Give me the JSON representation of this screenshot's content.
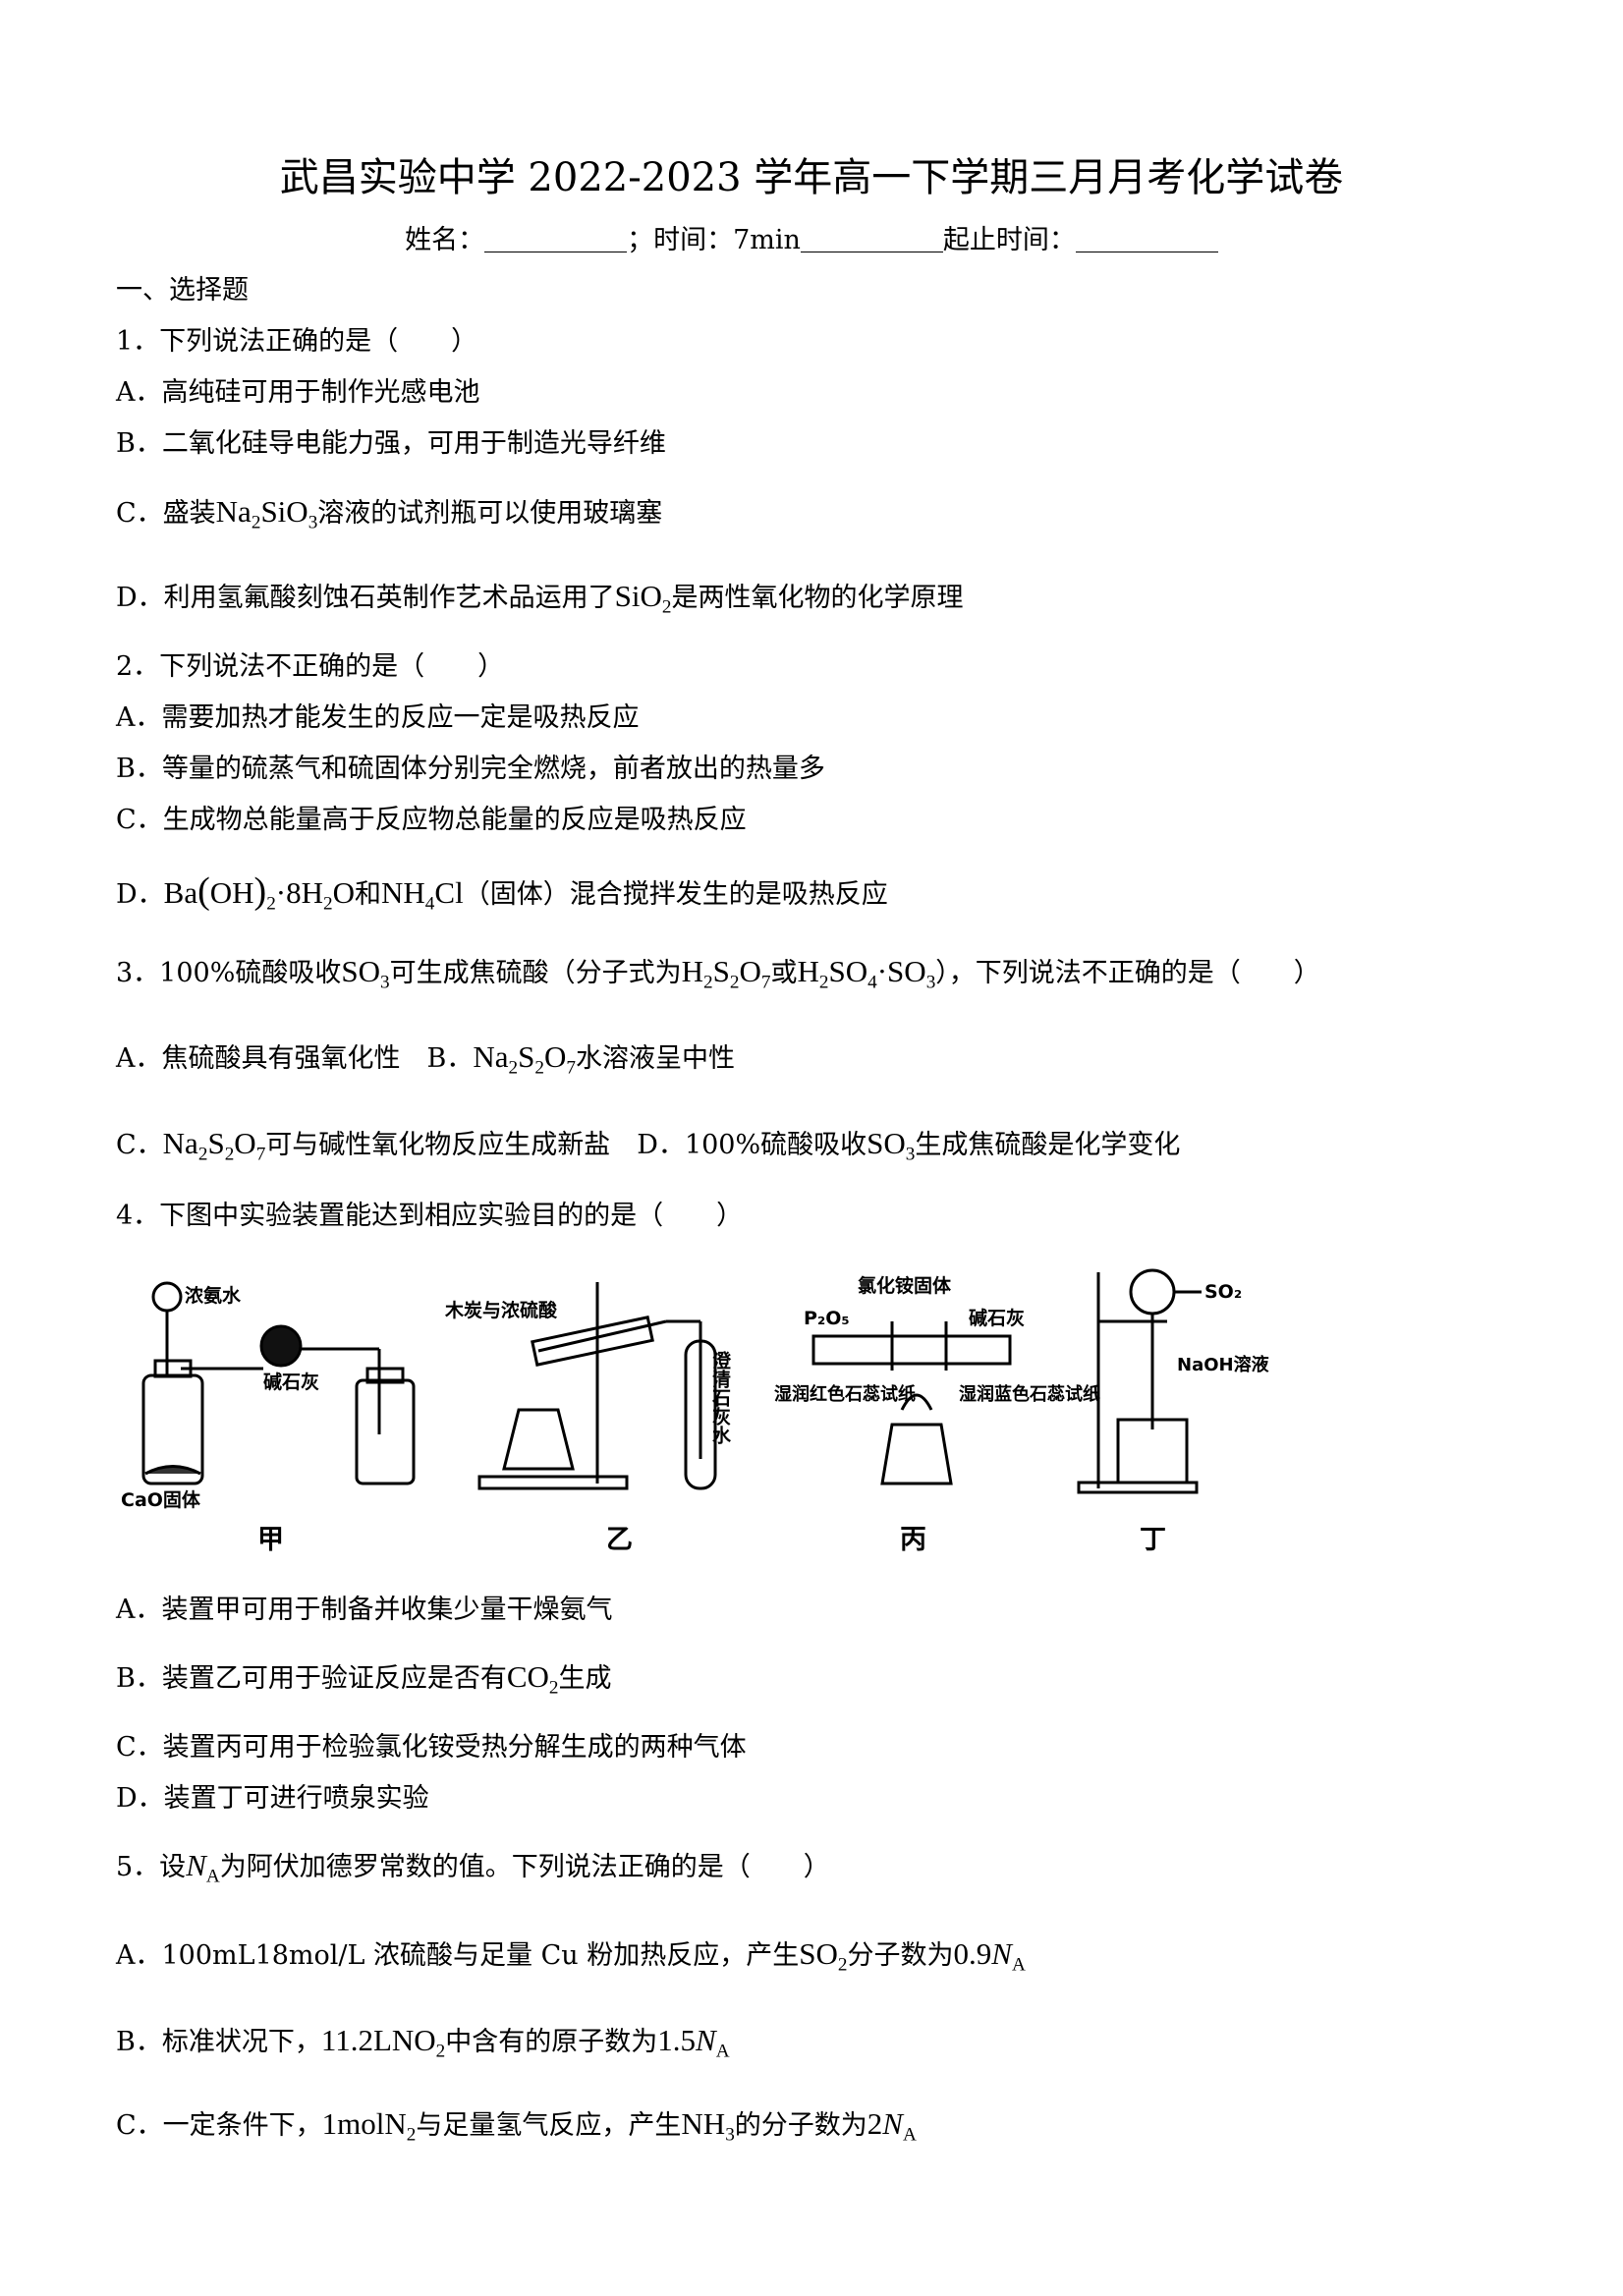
{
  "header": {
    "title": "武昌实验中学 2022-2023 学年高一下学期三月月考化学试卷",
    "name_label": "姓名：",
    "time_label": "；时间：7min",
    "start_end_label": "起止时间："
  },
  "section": "一、选择题",
  "q1": {
    "stem": "1．下列说法正确的是（　　）",
    "a": "A．高纯硅可用于制作光感电池",
    "b": "B．二氧化硅导电能力强，可用于制造光导纤维",
    "c_pre": "C．盛装",
    "c_post": "溶液的试剂瓶可以使用玻璃塞",
    "d_pre": "D．利用氢氟酸刻蚀石英制作艺术品运用了",
    "d_post": "是两性氧化物的化学原理"
  },
  "q2": {
    "stem": "2．下列说法不正确的是（　　）",
    "a": "A．需要加热才能发生的反应一定是吸热反应",
    "b": "B．等量的硫蒸气和硫固体分别完全燃烧，前者放出的热量多",
    "c": "C．生成物总能量高于反应物总能量的反应是吸热反应",
    "d_pre": "D．",
    "d_mid": "和",
    "d_post": "（固体）混合搅拌发生的是吸热反应"
  },
  "q3": {
    "stem_pre": "3．100%硫酸吸收",
    "stem_mid1": "可生成焦硫酸（分子式为",
    "stem_mid2": "或",
    "stem_post": "），下列说法不正确的是（　　）",
    "a": "A．焦硫酸具有强氧化性",
    "b_pre": "B．",
    "b_post": "水溶液呈中性",
    "c_pre": "C．",
    "c_post": "可与碱性氧化物反应生成新盐",
    "d_pre": "D．100%硫酸吸收",
    "d_post": "生成焦硫酸是化学变化"
  },
  "q4": {
    "stem": "4．下图中实验装置能达到相应实验目的的是（　　）",
    "figure_labels": {
      "conc_ammonia": "浓氨水",
      "soda_lime": "碱石灰",
      "cao_solid": "CaO固体",
      "charcoal_acid": "木炭与浓硫酸",
      "limewater": "澄清石灰水",
      "nh4cl_solid": "氯化铵固体",
      "p2o5": "P₂O₅",
      "soda_lime2": "碱石灰",
      "wet_red_litmus": "湿润红色石蕊试纸",
      "wet_blue_litmus": "湿润蓝色石蕊试纸",
      "so2": "SO₂",
      "naoh_solution": "NaOH溶液"
    },
    "captions": [
      "甲",
      "乙",
      "丙",
      "丁"
    ],
    "a": "A．装置甲可用于制备并收集少量干燥氨气",
    "b_pre": "B．装置乙可用于验证反应是否有",
    "b_post": "生成",
    "c": "C．装置丙可用于检验氯化铵受热分解生成的两种气体",
    "d": "D．装置丁可进行喷泉实验"
  },
  "q5": {
    "stem_pre": "5．设",
    "stem_post": "为阿伏加德罗常数的值。下列说法正确的是（　　）",
    "a_pre": "A．100mL18mol/L 浓硫酸与足量 Cu 粉加热反应，产生",
    "a_mid": "分子数为",
    "b_pre": "B．标准状况下，",
    "b_mid": "中含有的原子数为",
    "c_pre": "C．一定条件下，",
    "c_mid1": "与足量氢气反应，产生",
    "c_mid2": "的分子数为"
  }
}
